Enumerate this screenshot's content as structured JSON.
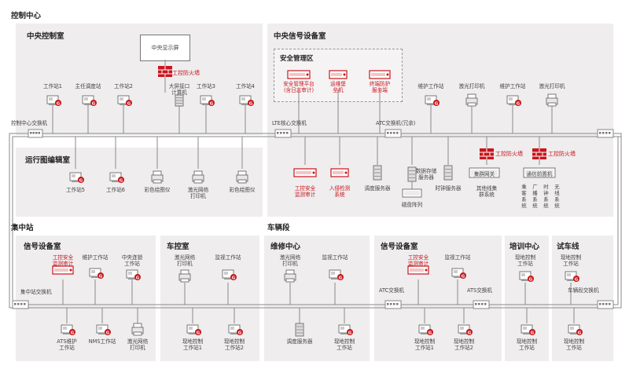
{
  "colors": {
    "red": "#c8161d",
    "panel": "#efedee",
    "line": "#8a8a8a",
    "text": "#333333"
  },
  "titles": {
    "control_center": "控制中心",
    "central_control": "中央控制室",
    "central_signal": "中央信号设备室",
    "security_zone": "安全管理区",
    "map_edit": "运行图编辑室",
    "centralized_station": "集中站",
    "depot": "车辆段",
    "signal_room_a": "信号设备室",
    "control_room": "车控室",
    "maintenance": "维修中心",
    "signal_room_b": "信号设备室",
    "training": "培训中心",
    "test_line": "试车线"
  },
  "central_control": {
    "display_screen": "中央显示屏",
    "firewall": "工控防火墙",
    "devices": [
      "工作站1",
      "主任调度站",
      "工作站2",
      "大屏接口\n计算机",
      "工作站3",
      "工作站4"
    ],
    "switch": "控制中心交换机"
  },
  "security_zone": {
    "devices": [
      "安全管理平台\n(含日志审计)",
      "运维堡\n垒机",
      "终端防护\n服务端"
    ]
  },
  "central_signal": {
    "top_devices": [
      "维护工作站",
      "激光打印机",
      "维护工作站",
      "激光打印机"
    ],
    "lte_switch": "LTE核心交换机",
    "atc_switch": "ATC交换机(冗余)",
    "firewall_a": "工控防火墙",
    "firewall_b": "工控防火墙",
    "security_devices": [
      "工控安全\n监测审计",
      "入侵检测\n系统"
    ],
    "servers": [
      "调度服务器",
      "数据存储\n服务器",
      "时钟服务器"
    ],
    "disk_array": "磁盘阵列",
    "cluster_gateway": "集群网关",
    "cluster_system": "其他线集\n群系统",
    "comm_frontend": "通信前置机",
    "stacked": [
      "乘客系统",
      "广播系统",
      "时钟系统",
      "无线系统"
    ]
  },
  "map_edit": {
    "devices": [
      "工作站5",
      "工作站6",
      "彩色绘图仪",
      "激光网络\n打印机",
      "彩色绘图仪"
    ]
  },
  "centralized_station": {
    "audit": "工控安全\n监测审计",
    "devices_top": [
      "维护工作站",
      "中央连锁\n工作站"
    ],
    "switch": "集中站交换机",
    "devices_bottom": [
      "ATS维护\n工作站",
      "NMS工作站",
      "激光网络\n打印机"
    ]
  },
  "control_room": {
    "devices_top": [
      "激光网络\n打印机",
      "监视工作站"
    ],
    "devices_bottom": [
      "现地控制\n工作站1",
      "现地控制\n工作站2"
    ]
  },
  "maintenance": {
    "devices_top": [
      "激光网络\n打印机",
      "监视工作站"
    ],
    "devices_bottom": [
      "调度服务器",
      "现地控制\n工作站"
    ]
  },
  "signal_room_b": {
    "audit": "工控安全\n监测审计",
    "monitor": "监视工作站",
    "atc_switch": "ATC交换机",
    "ats_switch": "ATS交换机",
    "devices_bottom": [
      "现地控制\n工作站1",
      "现地控制\n工作站2"
    ]
  },
  "training": {
    "top": "现地控制\n工作站",
    "bottom": "现地控制\n工作站"
  },
  "test_line": {
    "top": "现地控制\n工作站",
    "switch": "车辆段交换机",
    "bottom": "现地控制\n工作站"
  }
}
